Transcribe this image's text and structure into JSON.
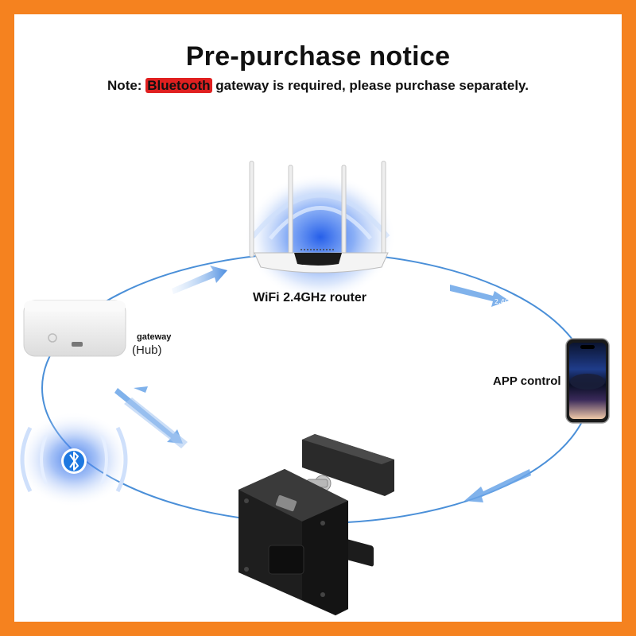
{
  "header": {
    "title": "Pre-purchase notice",
    "notice_prefix": "Note: ",
    "notice_highlight": "Bluetooth",
    "notice_suffix": " gateway is required, please purchase separately."
  },
  "devices": {
    "router_label": "WiFi 2.4GHz router",
    "app_label": "APP control",
    "gateway_label": "gateway",
    "hub_label": "(Hub)"
  },
  "colors": {
    "border": "#f5821f",
    "ring": "#4a8fd8",
    "arrow": "#7fb2ea",
    "highlight": "#e02020",
    "bluetooth": "#1e78e0"
  },
  "icons": [
    "router-icon",
    "phone-icon",
    "gateway-hub-icon",
    "bluetooth-icon",
    "smart-lock-icon"
  ]
}
